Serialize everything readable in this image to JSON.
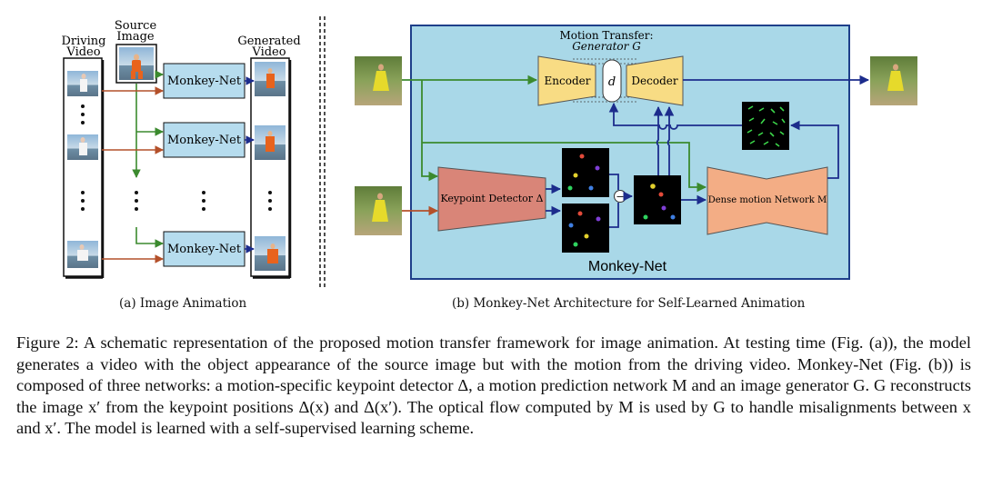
{
  "panel_a": {
    "source_label_1": "Source",
    "source_label_2": "Image",
    "driving_label_1": "Driving",
    "driving_label_2": "Video",
    "generated_label_1": "Generated",
    "generated_label_2": "Video",
    "module_label": "Monkey-Net",
    "caption": "(a) Image Animation"
  },
  "panel_b": {
    "generator_label_1": "Motion Transfer:",
    "generator_label_2": "Generator G",
    "encoder_label": "Encoder",
    "decoder_label": "Decoder",
    "latent_label": "d",
    "keypoint_label": "Keypoint Detector Δ",
    "dense_motion_label": "Dense motion Network M",
    "minus_symbol": "−",
    "network_title": "Monkey-Net",
    "caption": "(b) Monkey-Net Architecture for Self-Learned Animation"
  },
  "figure_caption": "Figure 2: A schematic representation of the proposed motion transfer framework for image animation. At testing time (Fig. (a)), the model generates a video with the object appearance of the source image but with the motion from the driving video. Monkey-Net (Fig. (b)) is composed of three networks: a motion-specific keypoint detector Δ, a motion prediction network M and an image generator G. G reconstructs the image x′ from the keypoint positions Δ(x) and Δ(x′). The optical flow computed by M is used by G to handle misalignments between x and x′. The model is learned with a self-supervised learning scheme.",
  "colors": {
    "module_fill": "#b6dcee",
    "panel_b_bg": "#a9d8e8",
    "panel_b_border": "#1e3f8a",
    "encoder_fill": "#f8dc84",
    "keypoint_fill": "#d98578",
    "dense_fill": "#f3ad85",
    "arrow_green": "#3b8a2e",
    "arrow_orange": "#b4502a",
    "arrow_navy": "#1c2c8c"
  }
}
